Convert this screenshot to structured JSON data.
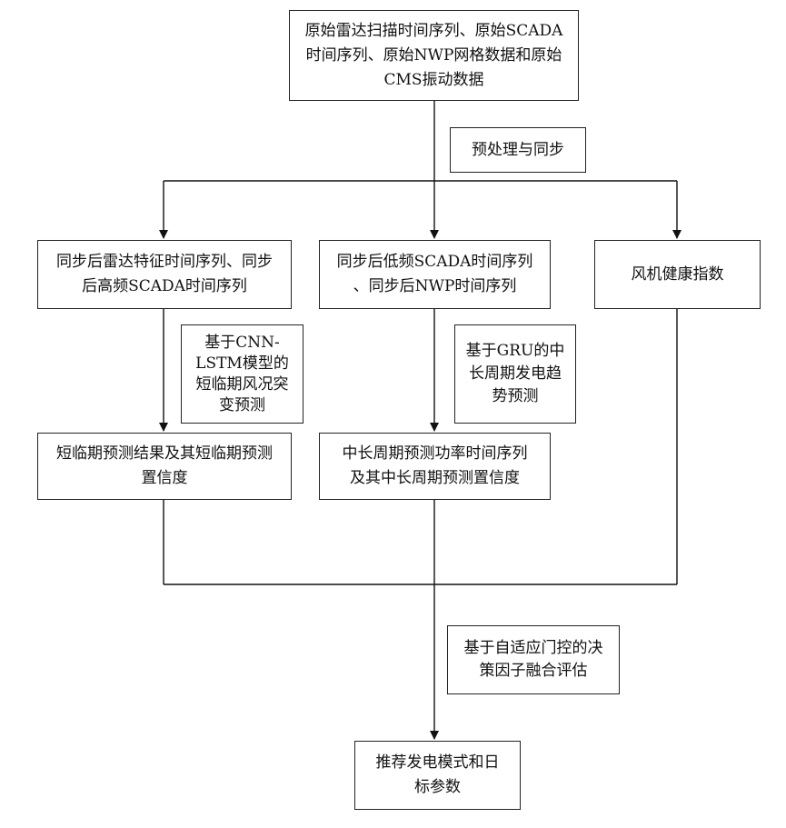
{
  "nodes": {
    "top": "原始雷达扫描时间序列、原始SCADA\n时间序列、原始NWP网格数据和原始\nCMS振动数据",
    "left": "同步后雷达特征时间序列、同步\n后高频SCADA时间序列",
    "mid": "同步后低频SCADA时间序列\n、同步后NWP时间序列",
    "right": "风机健康指数",
    "short_result": "短临期预测结果及其短临期预测\n置信度",
    "long_result": "中长周期预测功率时间序列\n及其中长周期预测置信度",
    "final": "推荐发电模式和日\n标参数"
  },
  "edge_labels": {
    "preprocess": "预处理与同步",
    "cnn_lstm": "基于CNN-\nLSTM模型的\n短临期风况突\n变预测",
    "gru": "基于GRU的中\n长周期发电趋\n势预测",
    "fusion": "基于自适应门控的决\n策因子融合评估"
  }
}
